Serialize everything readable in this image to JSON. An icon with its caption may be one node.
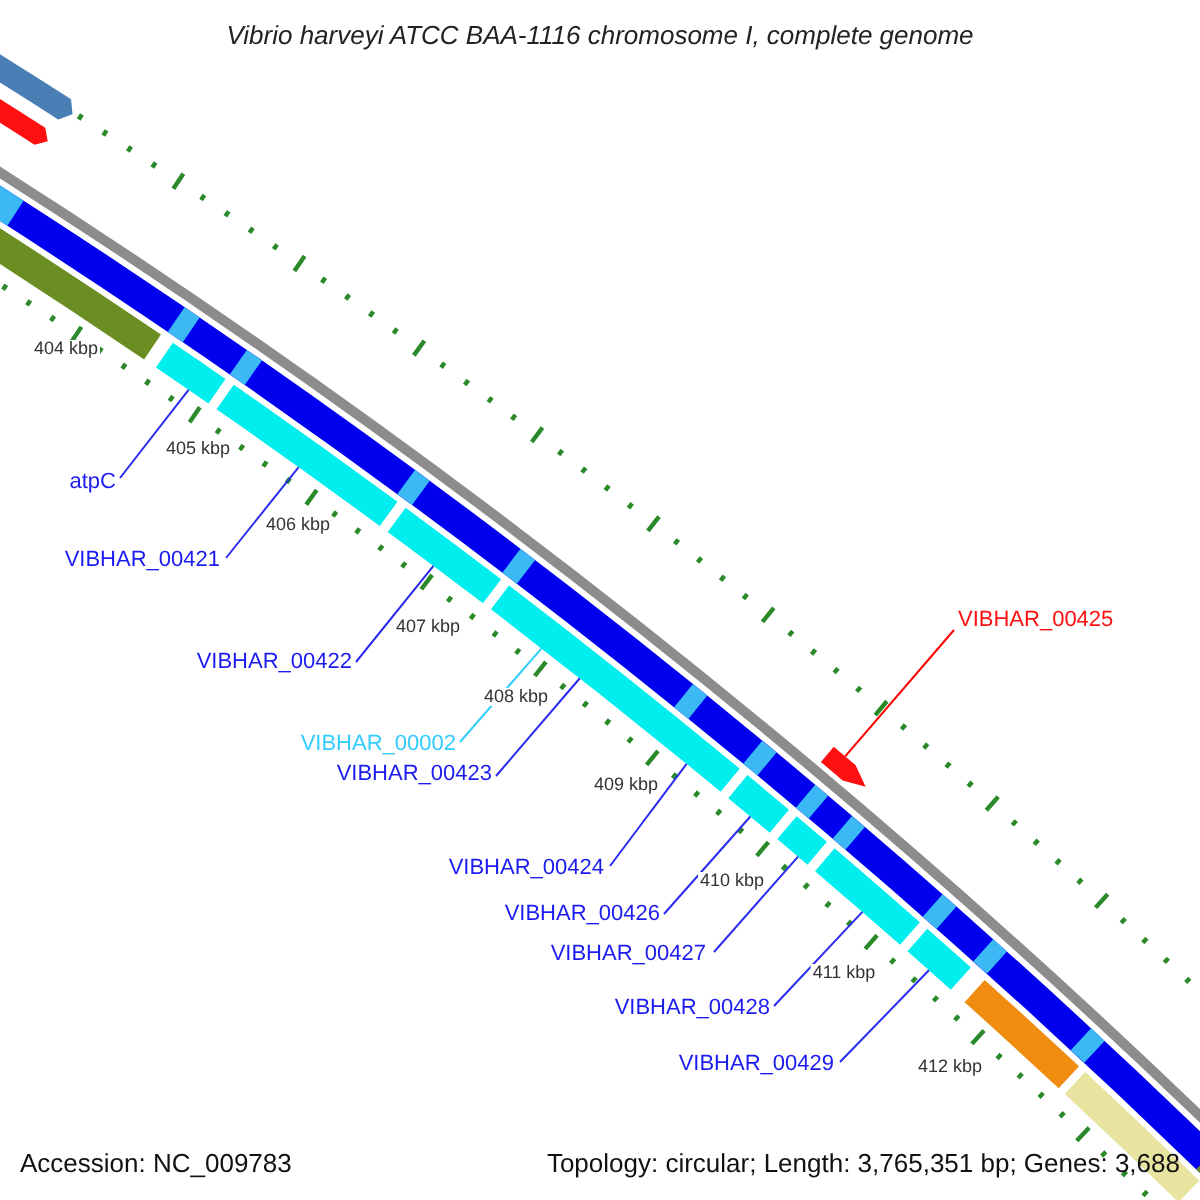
{
  "diagram": {
    "title": "Vibrio harveyi ATCC BAA-1116 chromosome I, complete genome",
    "nodes": [
      {
        "text": [
          "atpC"
        ]
      },
      {
        "text": [
          "VIBHAR_00421"
        ]
      },
      {
        "text": [
          "VIBHAR_00425"
        ]
      },
      {
        "text": [
          "VIBHAR_00422"
        ]
      },
      {
        "text": [
          "VIBHAR_00002"
        ]
      },
      {
        "text": [
          "VIBHAR_00423"
        ]
      },
      {
        "text": [
          "VIBHAR_00424"
        ]
      },
      {
        "text": [
          "VIBHAR_00426"
        ]
      },
      {
        "text": [
          "VIBHAR_00427"
        ]
      },
      {
        "text": [
          "VIBHAR_00428"
        ]
      },
      {
        "text": [
          "VIBHAR_00429"
        ]
      },
      {
        "text": [],
        "shape": "bar"
      },
      {
        "text": [],
        "shape": "bar"
      },
      {
        "text": [],
        "shape": "bar"
      },
      {
        "text": [],
        "shape": "bar"
      },
      {
        "text": [],
        "shape": "bar"
      },
      {
        "text": [],
        "shape": "bar"
      },
      {
        "text": [],
        "shape": "bar"
      },
      {
        "text": [],
        "shape": "bar"
      },
      {
        "text": [],
        "shape": "bar"
      }
    ],
    "edges": [
      {
        "from": 0,
        "to": 11,
        "arrow": "none"
      },
      {
        "from": 1,
        "to": 12,
        "arrow": "none"
      },
      {
        "from": 2,
        "to": 19,
        "arrow": "none",
        "color": "#ff0000"
      },
      {
        "from": 3,
        "to": 13,
        "arrow": "none"
      },
      {
        "from": 4,
        "to": 14,
        "arrow": "none",
        "color": "#33ccff"
      },
      {
        "from": 5,
        "to": 14,
        "arrow": "none"
      },
      {
        "from": 6,
        "to": 14,
        "arrow": "none"
      },
      {
        "from": 7,
        "to": 15,
        "arrow": "none"
      },
      {
        "from": 8,
        "to": 16,
        "arrow": "none"
      },
      {
        "from": 9,
        "to": 17,
        "arrow": "none"
      },
      {
        "from": 10,
        "to": 18,
        "arrow": "none"
      }
    ],
    "labels": [
      "404 kbp",
      "405 kbp",
      "406 kbp",
      "407 kbp",
      "408 kbp",
      "409 kbp",
      "410 kbp",
      "411 kbp",
      "412 kbp",
      "Accession: NC_009783",
      "Topology: circular; Length: 3,765,351 bp; Genes: 3,688"
    ]
  }
}
